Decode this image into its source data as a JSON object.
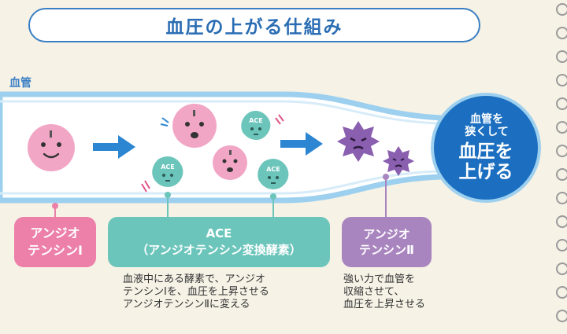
{
  "title": "血圧の上がる仕組み",
  "vessel_label": "血管",
  "result_bubble": {
    "small_line1": "血管を",
    "small_line2": "狭くして",
    "big_line1": "血圧を",
    "big_line2": "上げる"
  },
  "ace_mark": "ACE",
  "tags": {
    "angiotensin1": {
      "line1": "アンジオ",
      "line2": "テンシンⅠ"
    },
    "ace": {
      "line1": "ACE",
      "line2": "（アンジオテンシン変換酵素）"
    },
    "angiotensin2": {
      "line1": "アンジオ",
      "line2": "テンシンⅡ"
    }
  },
  "descriptions": {
    "ace": [
      "血液中にある酵素で、アンジオ",
      "テンシンⅠを、血圧を上昇させる",
      "アンジオテンシンⅡに変える"
    ],
    "angiotensin2": [
      "強い力で血管を",
      "収縮させて、",
      "血圧を上昇させる"
    ]
  },
  "colors": {
    "title_blue": "#2a6db3",
    "vessel_blue": "#9dd0ef",
    "arrow_blue": "#2c86d1",
    "pink": "#ec80a9",
    "teal": "#6cc5bb",
    "purple": "#a985bf",
    "bubble_blue": "#1c6fc0"
  }
}
